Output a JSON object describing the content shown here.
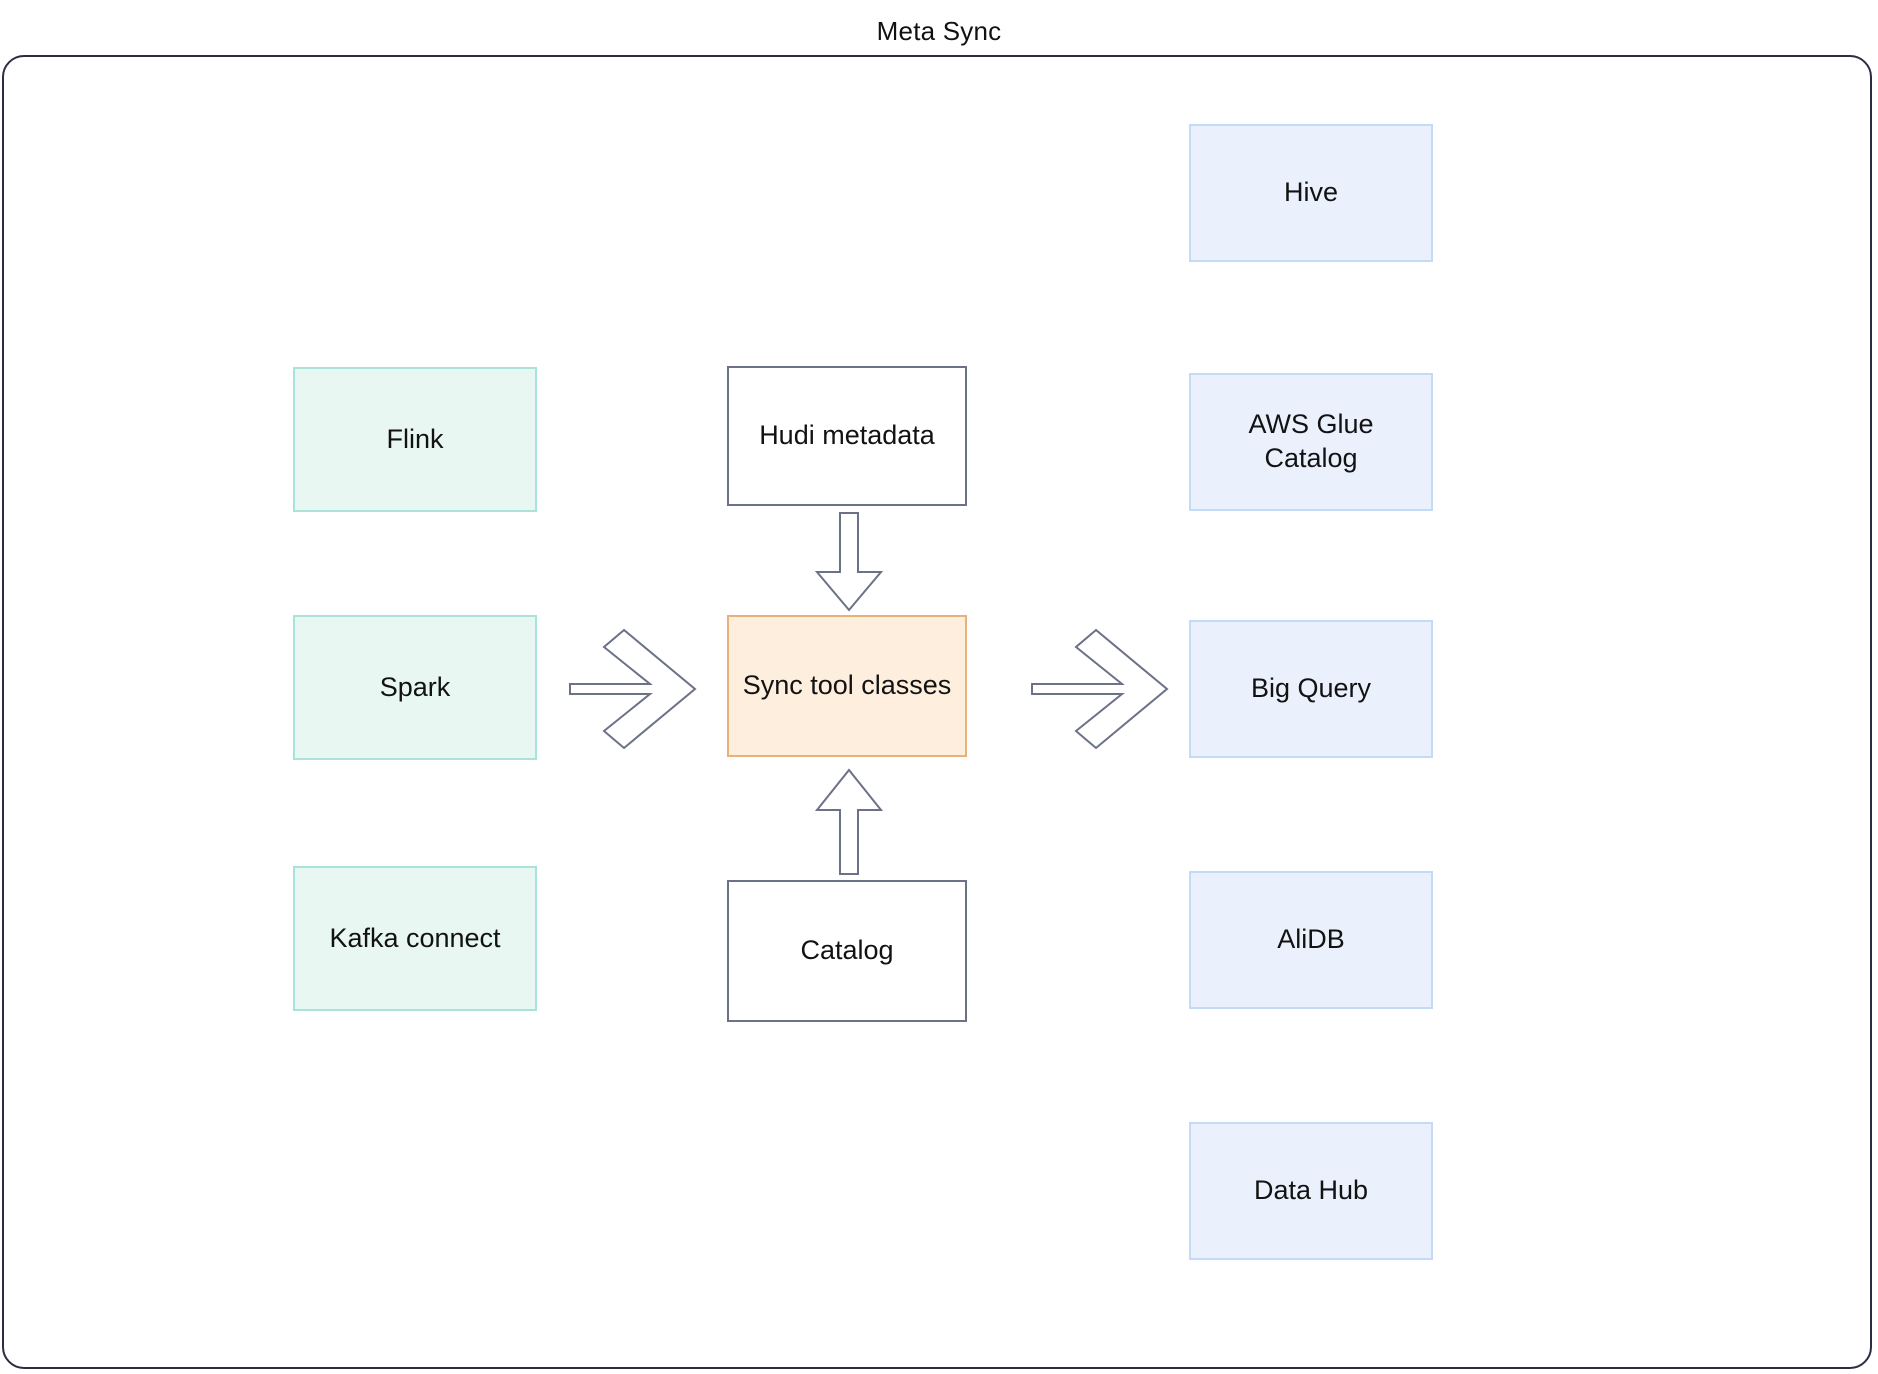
{
  "diagram": {
    "title": "Meta Sync",
    "type": "flow-diagram",
    "frame_border_color": "#2b2d42",
    "background_color": "#ffffff"
  },
  "colors": {
    "source_fill": "#e9f7f3",
    "source_border": "#a9e2d9",
    "plain_fill": "#ffffff",
    "plain_border": "#6b7186",
    "center_fill": "#fdeedd",
    "center_border": "#eab176",
    "target_fill": "#eaf1fd",
    "target_border": "#c3dbf7",
    "arrow_stroke": "#6b7186",
    "text": "#121212"
  },
  "columns": {
    "sources": {
      "name": "writer-engines",
      "nodes": [
        {
          "id": "flink",
          "label": "Flink"
        },
        {
          "id": "spark",
          "label": "Spark"
        },
        {
          "id": "kafka-connect",
          "label": "Kafka connect"
        }
      ]
    },
    "center": {
      "name": "sync-core",
      "nodes": [
        {
          "id": "hudi-metadata",
          "label": "Hudi metadata"
        },
        {
          "id": "sync-tool-classes",
          "label": "Sync tool classes"
        },
        {
          "id": "catalog",
          "label": "Catalog"
        }
      ]
    },
    "targets": {
      "name": "metastore-catalogs",
      "nodes": [
        {
          "id": "hive",
          "label": "Hive"
        },
        {
          "id": "aws-glue-catalog",
          "label": "AWS Glue Catalog"
        },
        {
          "id": "big-query",
          "label": "Big Query"
        },
        {
          "id": "alidb",
          "label": "AliDB"
        },
        {
          "id": "data-hub",
          "label": "Data Hub"
        }
      ]
    }
  },
  "arrows": [
    {
      "id": "arrow-spark-to-sync",
      "kind": "block-chevron",
      "direction": "right",
      "from": "spark",
      "to": "sync-tool-classes"
    },
    {
      "id": "arrow-sync-to-bigquery",
      "kind": "block-chevron",
      "direction": "right",
      "from": "sync-tool-classes",
      "to": "big-query"
    },
    {
      "id": "arrow-hudi-to-sync",
      "kind": "block-arrow",
      "direction": "down",
      "from": "hudi-metadata",
      "to": "sync-tool-classes"
    },
    {
      "id": "arrow-catalog-to-sync",
      "kind": "block-arrow",
      "direction": "up",
      "from": "catalog",
      "to": "sync-tool-classes"
    }
  ]
}
